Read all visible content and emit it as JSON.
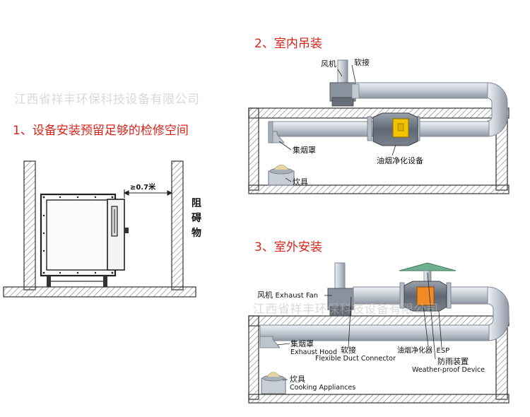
{
  "watermark": {
    "text": "江西省祥丰环保科技设备有限公司"
  },
  "panel1": {
    "heading": "1、设备安装预留足够的检修空间",
    "clearance_label": "≥0.7米",
    "obstacle_label": "阻碍物"
  },
  "panel2": {
    "heading": "2、室内吊装",
    "fan": "风机",
    "soft_joint": "软接",
    "hood": "集烟罩",
    "purifier": "油烟净化设备",
    "stove": "炊具"
  },
  "panel3": {
    "heading": "3、室外安装",
    "fan": "风机",
    "fan_en": "Exhaust Fan",
    "hood": "集烟罩",
    "hood_en": "Exhaust Hood",
    "connector": "软接",
    "connector_en": "Flexible Duct Connector",
    "purifier": "油烟净化器",
    "esp": "ESP",
    "rain": "防雨装置",
    "rain_en": "Weather-proof Device",
    "stove": "炊具",
    "stove_en": "Cooking Appliances"
  },
  "colors": {
    "heading": "#d8231b",
    "watermark": "#d9d9d9",
    "duct": "#c9ced6",
    "wall": "#555555",
    "purifier_accent": "#f3c400",
    "esp_accent": "#f08a24",
    "roof_cap": "#6fae8f"
  }
}
